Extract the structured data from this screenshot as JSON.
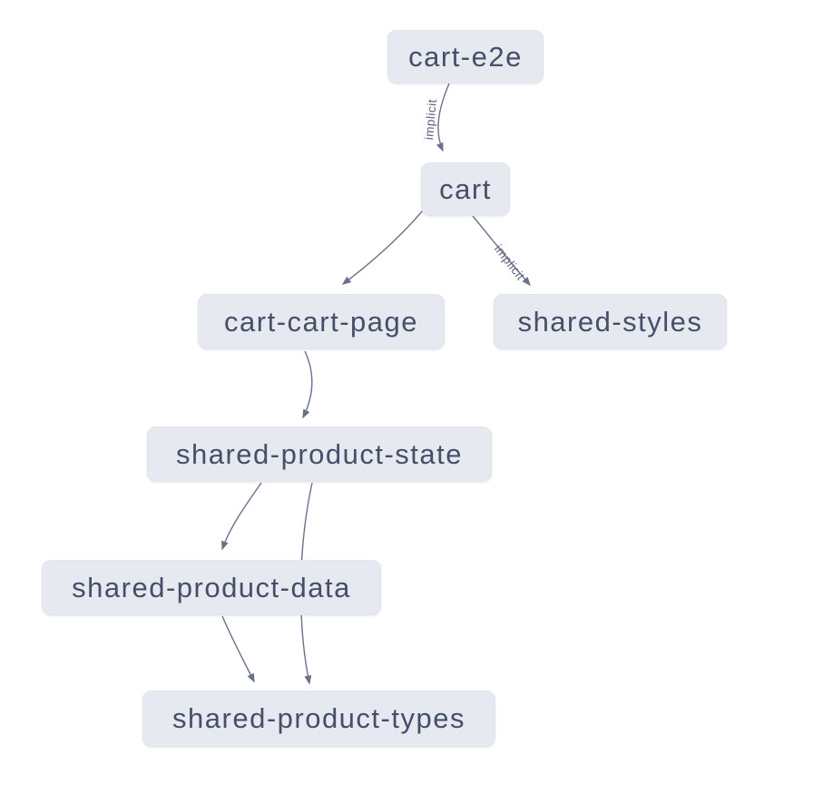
{
  "diagram": {
    "kind": "project-dependency-graph",
    "colors": {
      "background": "#ffffff",
      "node_fill": "#e6e9ef",
      "node_text": "#454f67",
      "edge_stroke": "#68728a",
      "edge_label_text": "#5b6479"
    },
    "nodes": [
      {
        "id": "cart-e2e",
        "label": "cart-e2e"
      },
      {
        "id": "cart",
        "label": "cart"
      },
      {
        "id": "cart-cart-page",
        "label": "cart-cart-page"
      },
      {
        "id": "shared-styles",
        "label": "shared-styles"
      },
      {
        "id": "shared-product-state",
        "label": "shared-product-state"
      },
      {
        "id": "shared-product-data",
        "label": "shared-product-data"
      },
      {
        "id": "shared-product-types",
        "label": "shared-product-types"
      }
    ],
    "edges": [
      {
        "from": "cart-e2e",
        "to": "cart",
        "label": "implicit"
      },
      {
        "from": "cart",
        "to": "cart-cart-page",
        "label": ""
      },
      {
        "from": "cart",
        "to": "shared-styles",
        "label": "implicit"
      },
      {
        "from": "cart-cart-page",
        "to": "shared-product-state",
        "label": ""
      },
      {
        "from": "shared-product-state",
        "to": "shared-product-data",
        "label": ""
      },
      {
        "from": "shared-product-state",
        "to": "shared-product-types",
        "label": ""
      },
      {
        "from": "shared-product-data",
        "to": "shared-product-types",
        "label": ""
      }
    ]
  }
}
